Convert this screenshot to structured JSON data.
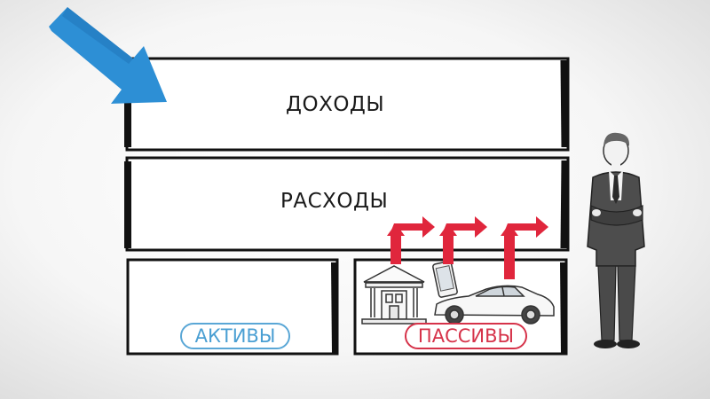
{
  "diagram": {
    "income_label": "ДОХОДЫ",
    "expenses_label": "РАСХОДЫ",
    "assets_label": "АКТИВЫ",
    "liabilities_label": "ПАССИВЫ",
    "colors": {
      "outline": "#111111",
      "pointer_arrow": "#2d8fd5",
      "flow_arrows": "#e0263c",
      "assets_accent": "#5aa7d6",
      "liabilities_accent": "#d6334a",
      "suit": "#4a4a4a"
    },
    "icons": [
      "pointer-arrow-icon",
      "bank-building-icon",
      "smartphone-icon",
      "car-icon",
      "businessman-figure",
      "red-flow-arrow-icon"
    ]
  }
}
